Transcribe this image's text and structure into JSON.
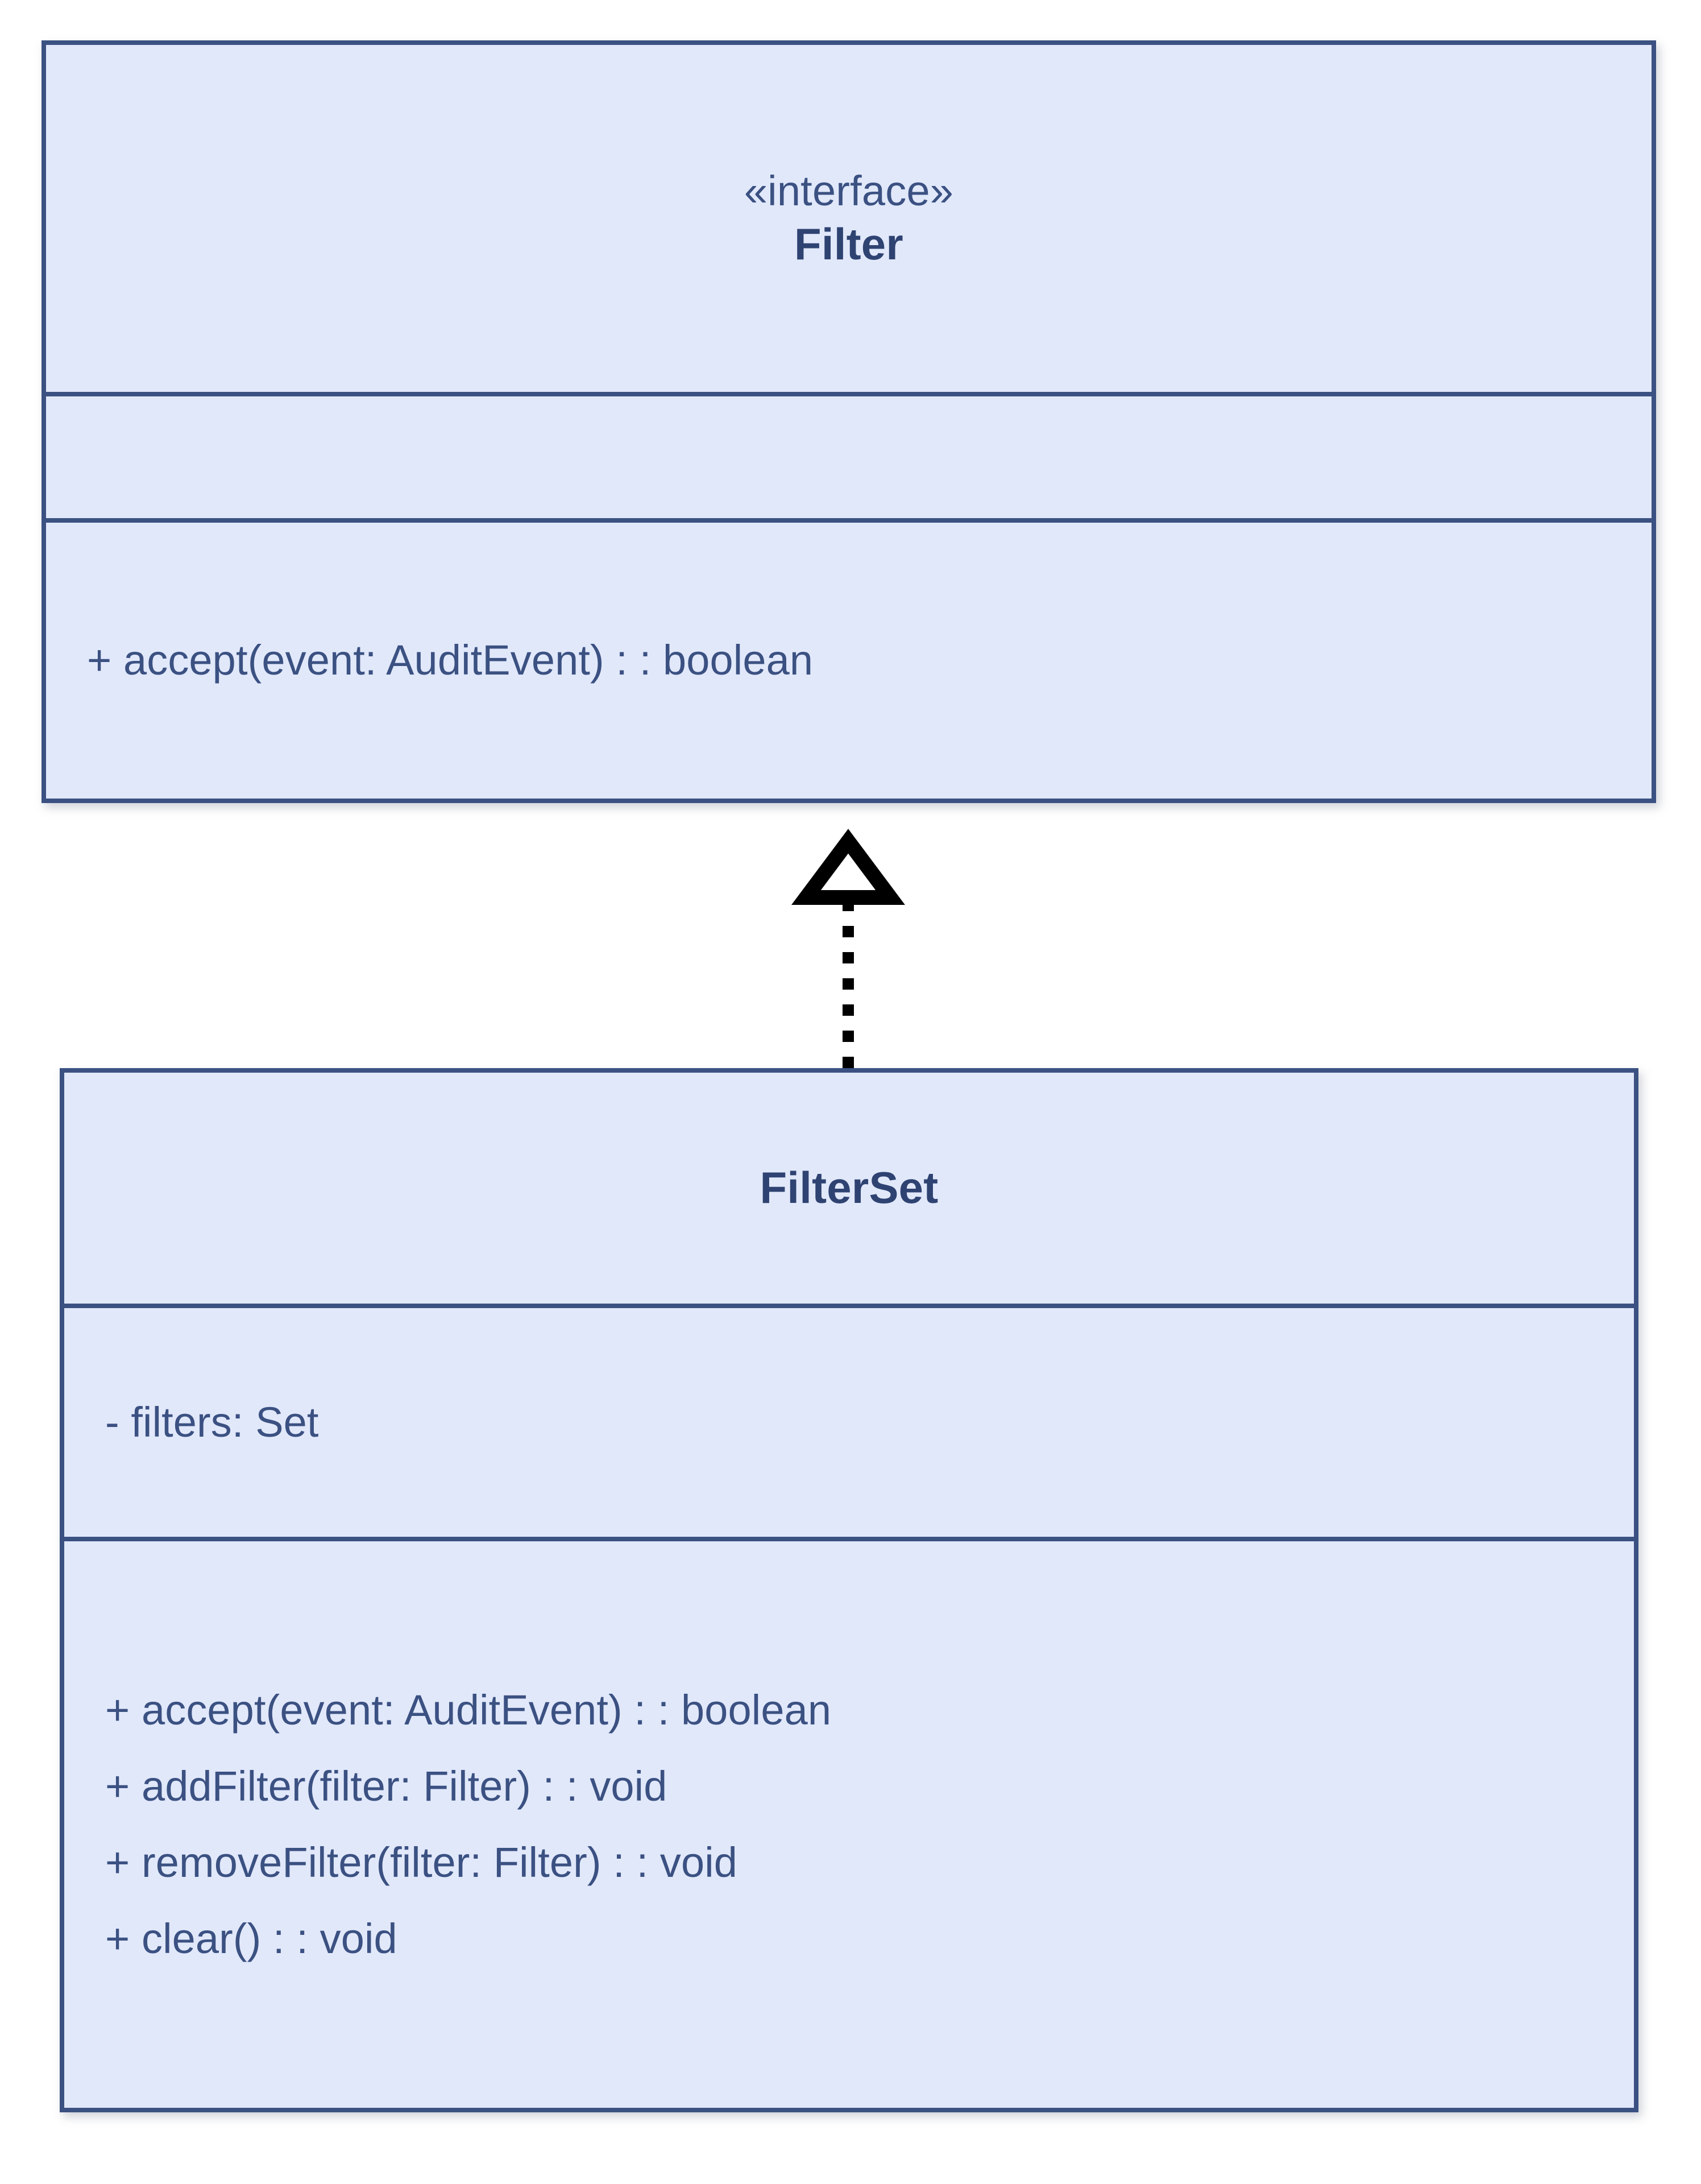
{
  "diagram": {
    "type": "uml-class-diagram",
    "background_color": "#ffffff",
    "class_fill_color": "#e1e8fa",
    "class_border_color": "#3b5182",
    "text_color": "#3b5182",
    "connector_color": "#000000"
  },
  "classes": [
    {
      "id": "filter",
      "stereotype": "«interface»",
      "name": "Filter",
      "attributes": [],
      "methods": [
        "+ accept(event: AuditEvent) : : boolean"
      ]
    },
    {
      "id": "filterset",
      "stereotype": "",
      "name": "FilterSet",
      "attributes": [
        "- filters: Set"
      ],
      "methods": [
        "+ accept(event: AuditEvent) : : boolean",
        "+ addFilter(filter: Filter) : : void",
        "+ removeFilter(filter: Filter) : : void",
        "+ clear() : : void"
      ]
    }
  ],
  "relationships": [
    {
      "id": "filterset-realizes-filter",
      "kind": "realization",
      "from": "FilterSet",
      "to": "Filter",
      "line_style": "dotted",
      "arrowhead": "hollow-triangle"
    }
  ]
}
